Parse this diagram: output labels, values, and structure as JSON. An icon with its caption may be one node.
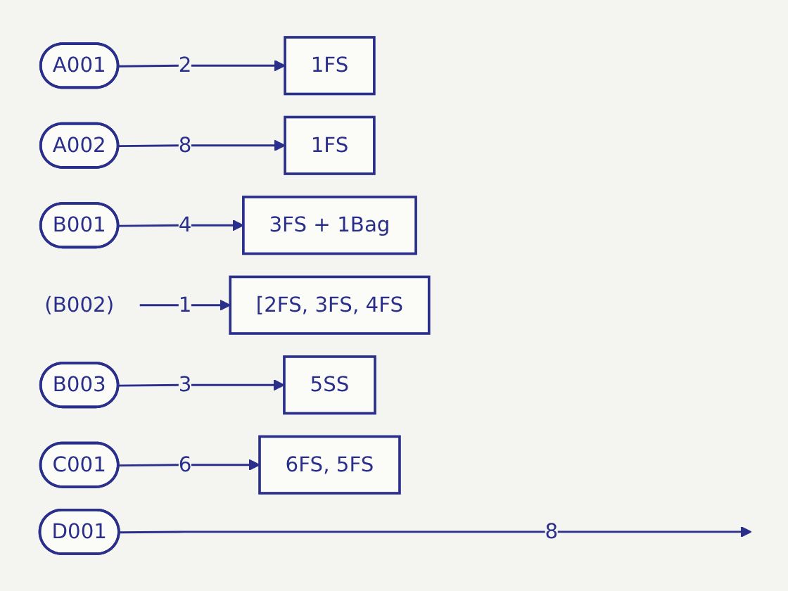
{
  "diagram": {
    "nodes": [
      {
        "text": [
          "A001"
        ]
      },
      {
        "text": [
          "1FS"
        ]
      },
      {
        "text": [
          "A002"
        ]
      },
      {
        "text": [
          "1FS"
        ]
      },
      {
        "text": [
          "B001"
        ]
      },
      {
        "text": [
          "3FS + 1Bag"
        ]
      },
      {
        "text": [
          "(B002)"
        ]
      },
      {
        "text": [
          "[2FS, 3FS, 4FS"
        ]
      },
      {
        "text": [
          "B003"
        ]
      },
      {
        "text": [
          "5SS"
        ]
      },
      {
        "text": [
          "C001"
        ]
      },
      {
        "text": [
          "6FS, 5FS"
        ]
      },
      {
        "text": [
          "D001"
        ]
      }
    ],
    "edges": [
      {
        "from": 0,
        "to": 1,
        "arrow": "to",
        "label": "2"
      },
      {
        "from": 2,
        "to": 3,
        "arrow": "to",
        "label": "8"
      },
      {
        "from": 4,
        "to": 5,
        "arrow": "to",
        "label": "4"
      },
      {
        "from": 6,
        "to": 7,
        "arrow": "to",
        "label": "1"
      },
      {
        "from": 8,
        "to": 9,
        "arrow": "to",
        "label": "3"
      },
      {
        "from": 10,
        "to": 11,
        "arrow": "to",
        "label": "6"
      },
      {
        "from": 12,
        "to": null,
        "arrow": "to",
        "label": "8"
      }
    ]
  }
}
